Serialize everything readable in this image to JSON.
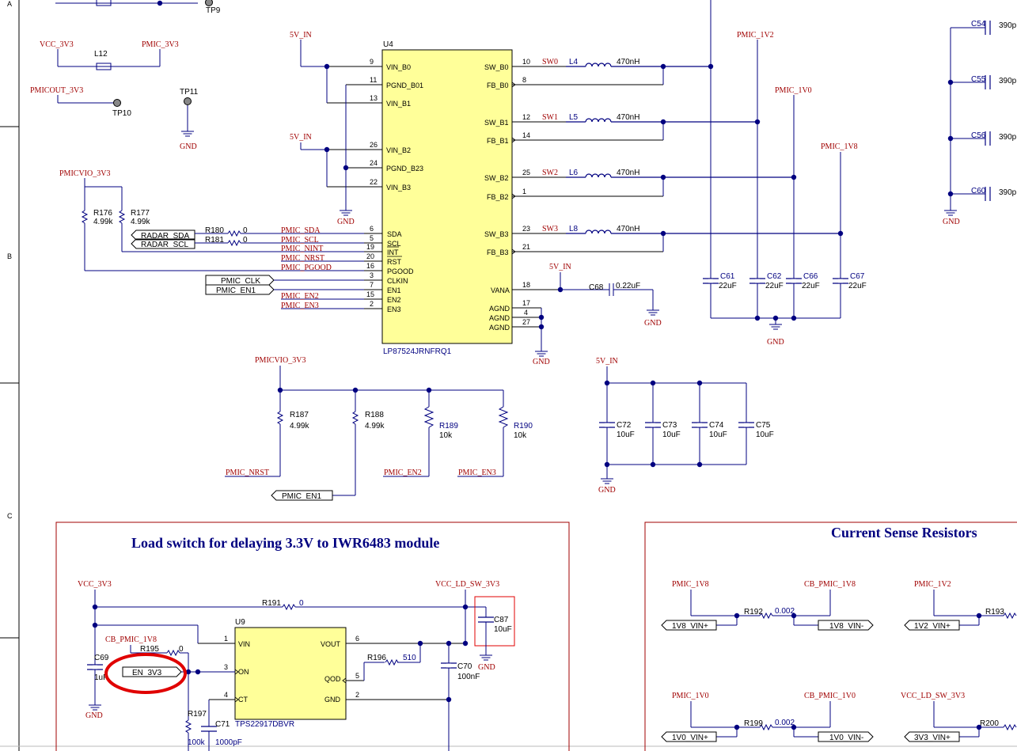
{
  "border": {
    "row_labels": [
      "A",
      "B",
      "C"
    ]
  },
  "top": {
    "tp9": "TP9",
    "vcc_3v3": "VCC_3V3",
    "l12": "L12",
    "pmic_3v3": "PMIC_3V3",
    "pmicout_3v3": "PMICOUT_3V3",
    "tp10": "TP10",
    "tp11": "TP11",
    "gnd": "GND"
  },
  "u4": {
    "ref": "U4",
    "part": "LP87524JRNFRQ1",
    "left_pins": [
      {
        "num": "9",
        "name": "VIN_B0"
      },
      {
        "num": "11",
        "name": "PGND_B01"
      },
      {
        "num": "13",
        "name": "VIN_B1"
      },
      {
        "num": "26",
        "name": "VIN_B2"
      },
      {
        "num": "24",
        "name": "PGND_B23"
      },
      {
        "num": "22",
        "name": "VIN_B3"
      },
      {
        "num": "6",
        "name": "SDA"
      },
      {
        "num": "5",
        "name": "SCL"
      },
      {
        "num": "19",
        "name": "INT"
      },
      {
        "num": "20",
        "name": "RST"
      },
      {
        "num": "16",
        "name": "PGOOD"
      },
      {
        "num": "3",
        "name": "CLKIN"
      },
      {
        "num": "7",
        "name": "EN1"
      },
      {
        "num": "15",
        "name": "EN2"
      },
      {
        "num": "2",
        "name": "EN3"
      }
    ],
    "right_pins": [
      {
        "num": "10",
        "name": "SW_B0"
      },
      {
        "num": "8",
        "name": "FB_B0"
      },
      {
        "num": "12",
        "name": "SW_B1"
      },
      {
        "num": "14",
        "name": "FB_B1"
      },
      {
        "num": "25",
        "name": "SW_B2"
      },
      {
        "num": "1",
        "name": "FB_B2"
      },
      {
        "num": "23",
        "name": "SW_B3"
      },
      {
        "num": "21",
        "name": "FB_B3"
      },
      {
        "num": "18",
        "name": "VANA"
      },
      {
        "num": "17",
        "name": "AGND"
      },
      {
        "num": "4",
        "name": "AGND"
      },
      {
        "num": "27",
        "name": "AGND"
      }
    ]
  },
  "pmic": {
    "v5_in": "5V_IN",
    "gnd": "GND",
    "pmicvio_3v3": "PMICVIO_3V3",
    "r176": "R176",
    "r176_val": "4.99k",
    "r177": "R177",
    "r177_val": "4.99k",
    "r180": "R180",
    "r180_val": "0",
    "r181": "R181",
    "r181_val": "0",
    "radar_sda": "RADAR_SDA",
    "radar_scl": "RADAR_SCL",
    "pmic_sda": "PMIC_SDA",
    "pmic_scl": "PMIC_SCL",
    "pmic_nint": "PMIC_NINT",
    "pmic_nrst": "PMIC_NRST",
    "pmic_pgood": "PMIC_PGOOD",
    "pmic_clk": "PMIC_CLK",
    "pmic_en1": "PMIC_EN1",
    "pmic_en2": "PMIC_EN2",
    "pmic_en3": "PMIC_EN3",
    "sw0": "SW0",
    "sw1": "SW1",
    "sw2": "SW2",
    "sw3": "SW3",
    "l4": "L4",
    "l5": "L5",
    "l6": "L6",
    "l8": "L8",
    "ind_val": "470nH",
    "c68": "C68",
    "c68_val": "0.22uF",
    "pmic_1v2": "PMIC_1V2",
    "pmic_1v0": "PMIC_1V0",
    "pmic_1v8": "PMIC_1V8",
    "c61": "C61",
    "c62": "C62",
    "c66": "C66",
    "c67": "C67",
    "cap22": "22uF",
    "c54": "C54",
    "c55": "C55",
    "c56": "C56",
    "c60": "C60",
    "c390": "390p"
  },
  "pullups": {
    "pmicvio_3v3": "PMICVIO_3V3",
    "r187": "R187",
    "r187_val": "4.99k",
    "r188": "R188",
    "r188_val": "4.99k",
    "r189": "R189",
    "r189_val": "10k",
    "r190": "R190",
    "r190_val": "10k",
    "pmic_nrst": "PMIC_NRST",
    "pmic_en2": "PMIC_EN2",
    "pmic_en3": "PMIC_EN3",
    "pmic_en1": "PMIC_EN1"
  },
  "bulk": {
    "v5_in": "5V_IN",
    "c72": "C72",
    "c73": "C73",
    "c74": "C74",
    "c75": "C75",
    "cap10": "10uF",
    "gnd": "GND"
  },
  "load_switch": {
    "title": "Load switch for delaying 3.3V to IWR6483 module",
    "vcc_3v3": "VCC_3V3",
    "vcc_ld_sw_3v3": "VCC_LD_SW_3V3",
    "r191": "R191",
    "r191_val": "0",
    "c87": "C87",
    "c87_val": "10uF",
    "gnd": "GND",
    "u9": "U9",
    "u9_part": "TPS22917DBVR",
    "pin_vin": "VIN",
    "pin_on": "ON",
    "pin_ct": "CT",
    "pin_vout": "VOUT",
    "pin_qod": "QOD",
    "pin_gnd": "GND",
    "n1": "1",
    "n3": "3",
    "n4": "4",
    "n6": "6",
    "n5": "5",
    "n2": "2",
    "cb_pmic_1v8": "CB_PMIC_1V8",
    "r195": "R195",
    "r195_val": "0",
    "c69": "C69",
    "c69_val": "1uF",
    "en_3v3": "EN_3V3",
    "r196": "R196",
    "r196_val": "510",
    "c70": "C70",
    "c70_val": "100nF",
    "r197": "R197",
    "r197_val": "100k",
    "c71": "C71",
    "c71_val": "1000pF"
  },
  "current_sense": {
    "title": "Current Sense Resistors",
    "pmic_1v8": "PMIC_1V8",
    "cb_pmic_1v8": "CB_PMIC_1V8",
    "r192": "R192",
    "r192_val": "0.002",
    "v1v8_p": "1V8_VIN+",
    "v1v8_n": "1V8_VIN-",
    "pmic_1v2": "PMIC_1V2",
    "r193": "R193",
    "v1v2_p": "1V2_VIN+",
    "pmic_1v0": "PMIC_1V0",
    "cb_pmic_1v0": "CB_PMIC_1V0",
    "r199": "R199",
    "r199_val": "0.002",
    "v1v0_p": "1V0_VIN+",
    "v1v0_n": "1V0_VIN-",
    "vcc_ld_sw_3v3": "VCC_LD_SW_3V3",
    "r200": "R200",
    "v3v3_p": "3V3_VIN+"
  },
  "colors": {
    "wire": "#000080",
    "net_label": "#a00000",
    "ic_fill": "#ffff99",
    "junction": "#000080",
    "annotation": "#e00000",
    "frame": "#a00000"
  }
}
